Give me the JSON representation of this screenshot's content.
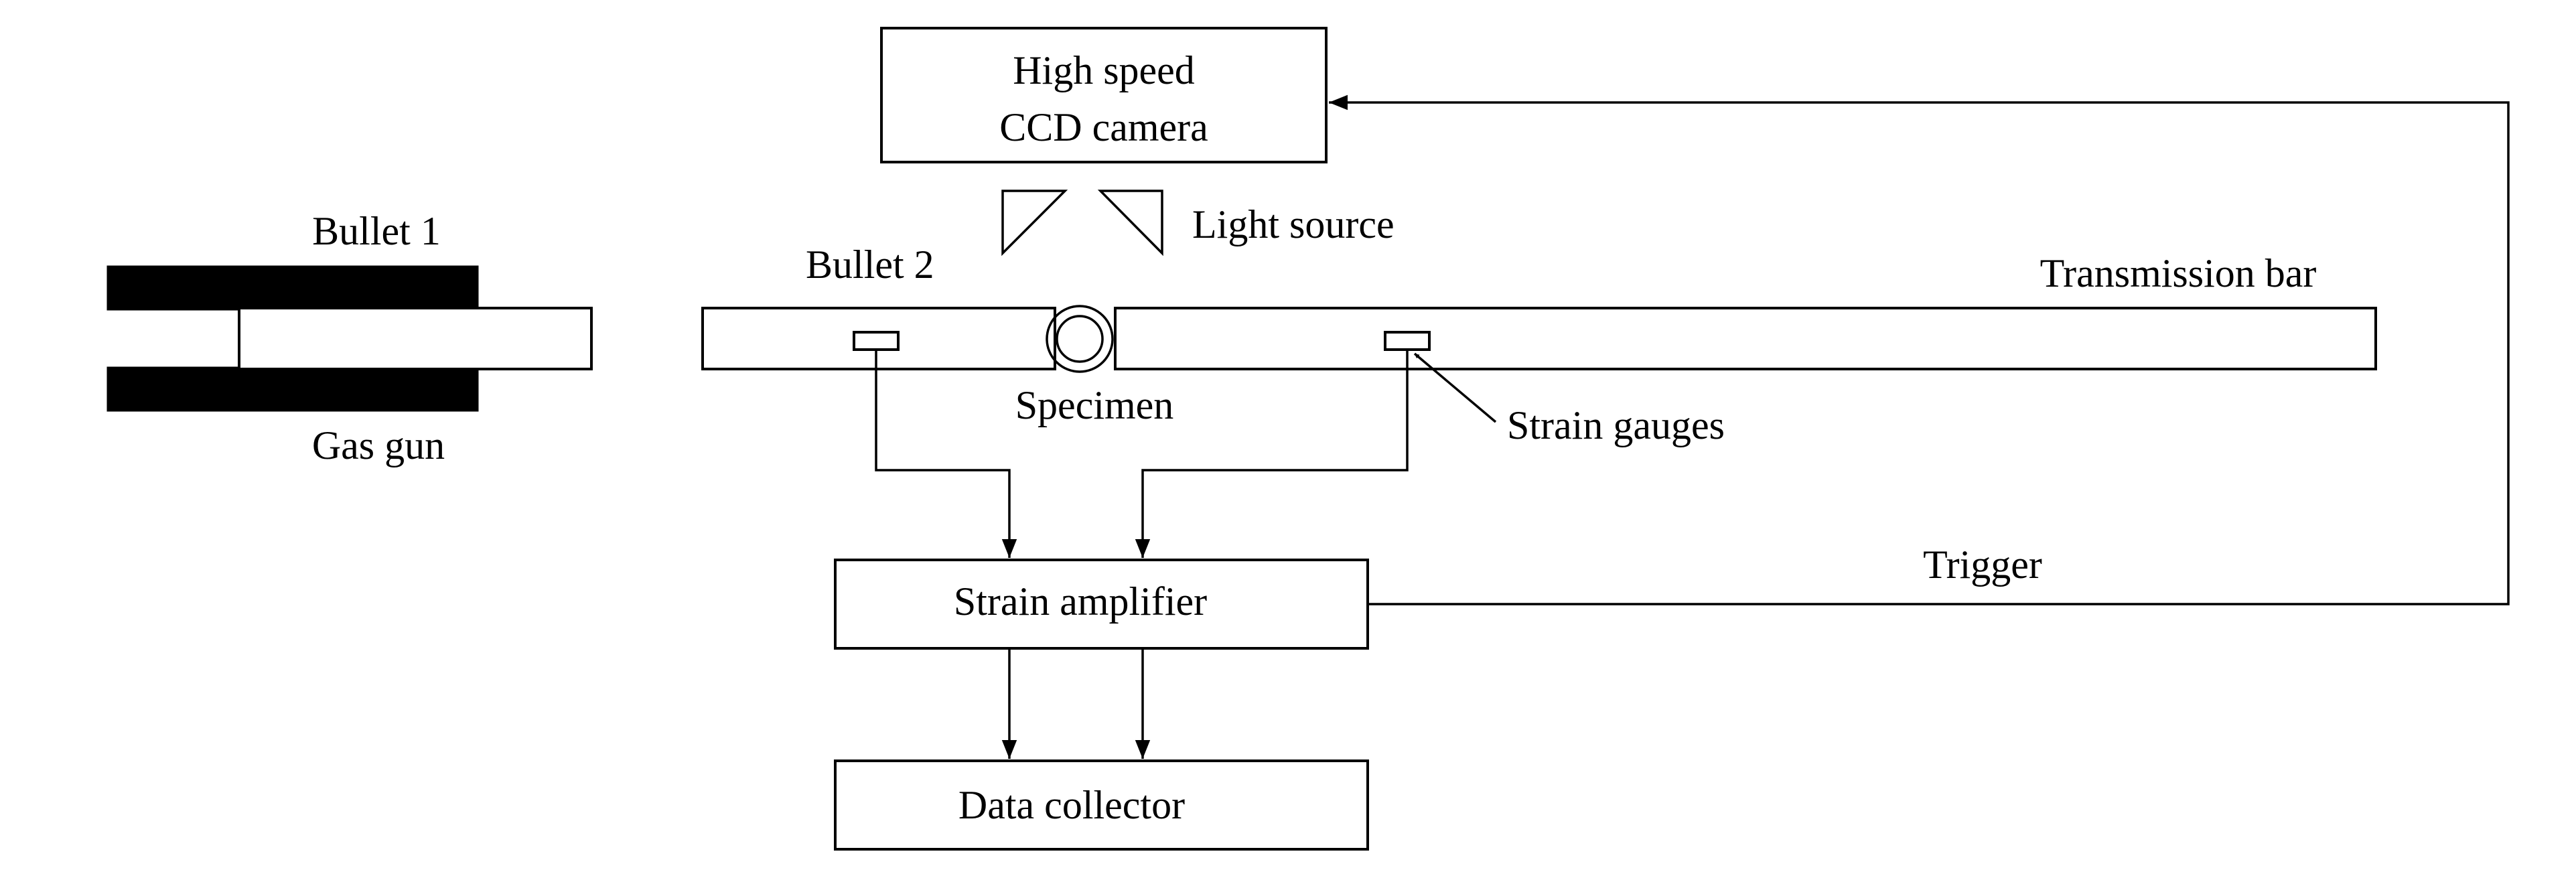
{
  "labels": {
    "bullet1": "Bullet 1",
    "gas_gun": "Gas gun",
    "bullet2": "Bullet 2",
    "specimen": "Specimen",
    "transmission_bar": "Transmission bar",
    "strain_gauges": "Strain gauges",
    "light_source": "Light source",
    "trigger": "Trigger"
  },
  "boxes": {
    "camera_line1": "High speed",
    "camera_line2": "CCD camera",
    "strain_amplifier": "Strain amplifier",
    "data_collector": "Data collector"
  }
}
